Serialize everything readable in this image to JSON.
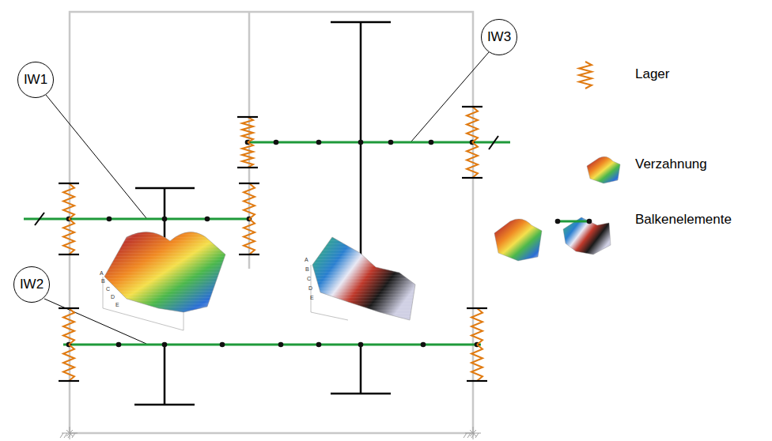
{
  "diagram": {
    "nodes": [
      {
        "text": [
          "IW1"
        ]
      },
      {
        "text": [
          "IW3"
        ]
      },
      {
        "text": [
          "IW2"
        ]
      }
    ],
    "labels": [
      "A",
      "B",
      "C",
      "D",
      "E",
      "A",
      "B",
      "C",
      "D",
      "E"
    ],
    "legend": [
      {
        "text": "Lager"
      },
      {
        "text": "Verzahnung"
      },
      {
        "text": "Balkenelemente"
      }
    ]
  }
}
